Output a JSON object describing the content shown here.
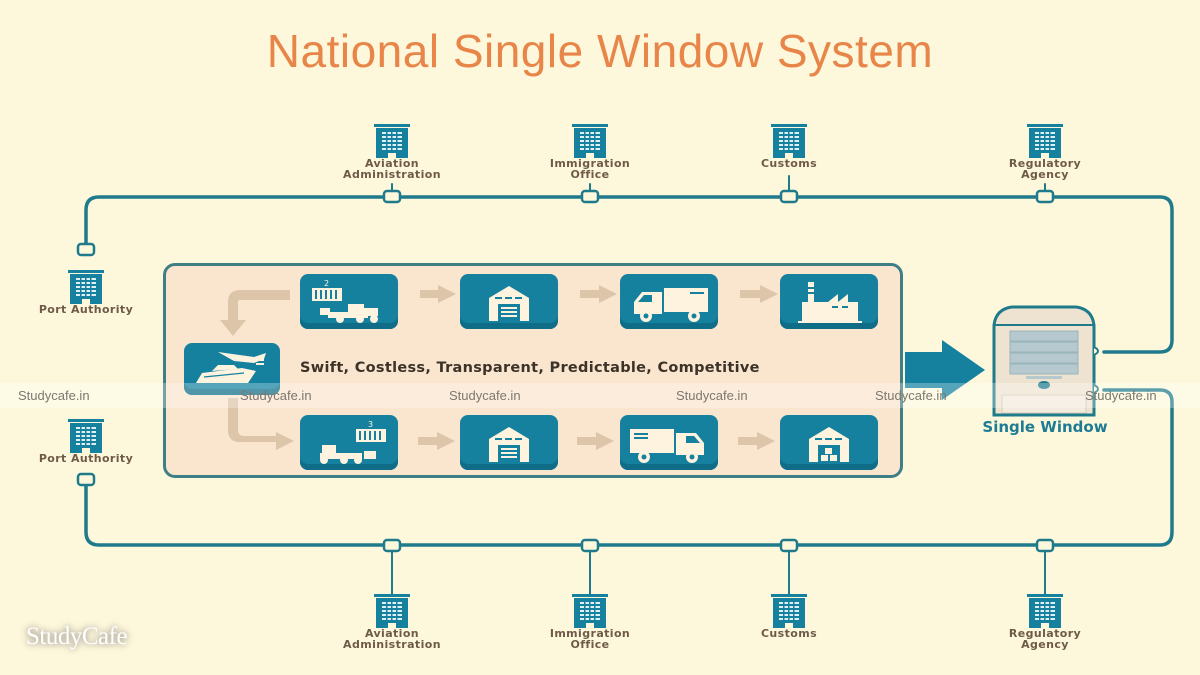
{
  "title": "National Single Window System",
  "colors": {
    "title": "#e8864a",
    "teal": "#16819f",
    "line": "#1f7b8c",
    "background": "#fdf8dc",
    "panel": "#fae5cf",
    "arrow": "#dcc5a8"
  },
  "top_agencies": [
    {
      "label_lines": [
        "Aviation",
        "Administration"
      ],
      "icon": "building-icon"
    },
    {
      "label_lines": [
        "Immigration",
        "Office"
      ],
      "icon": "building-icon"
    },
    {
      "label_lines": [
        "Customs"
      ],
      "icon": "building-icon"
    },
    {
      "label_lines": [
        "Regulatory",
        "Agency"
      ],
      "icon": "building-icon"
    }
  ],
  "bottom_agencies": [
    {
      "label_lines": [
        "Aviation",
        "Administration"
      ],
      "icon": "building-icon"
    },
    {
      "label_lines": [
        "Immigration",
        "Office"
      ],
      "icon": "building-icon"
    },
    {
      "label_lines": [
        "Customs"
      ],
      "icon": "building-icon"
    },
    {
      "label_lines": [
        "Regulatory",
        "Agency"
      ],
      "icon": "building-icon"
    }
  ],
  "side_agencies": [
    {
      "label": "Port Authority",
      "icon": "building-icon"
    },
    {
      "label": "Port Authority",
      "icon": "building-icon"
    }
  ],
  "process": {
    "motto": "Swift, Costless, Transparent, Predictable, Competitive",
    "top_row": [
      "forklift-container-icon",
      "warehouse-icon",
      "truck-icon",
      "factory-icon"
    ],
    "hub": "plane-ship-icon",
    "bottom_row": [
      "forklift-container-icon",
      "warehouse-icon",
      "truck-icon",
      "warehouse-goods-icon"
    ],
    "top_container_number": "2",
    "bottom_container_number": "3"
  },
  "single_window": {
    "label": "Single Window",
    "icon": "kiosk-icon"
  },
  "watermarks": [
    "Studycafe.in",
    "Studycafe.in",
    "Studycafe.in",
    "Studycafe.in",
    "Studycafe.in",
    "Studycafe.in"
  ],
  "brand": "StudyCafe"
}
